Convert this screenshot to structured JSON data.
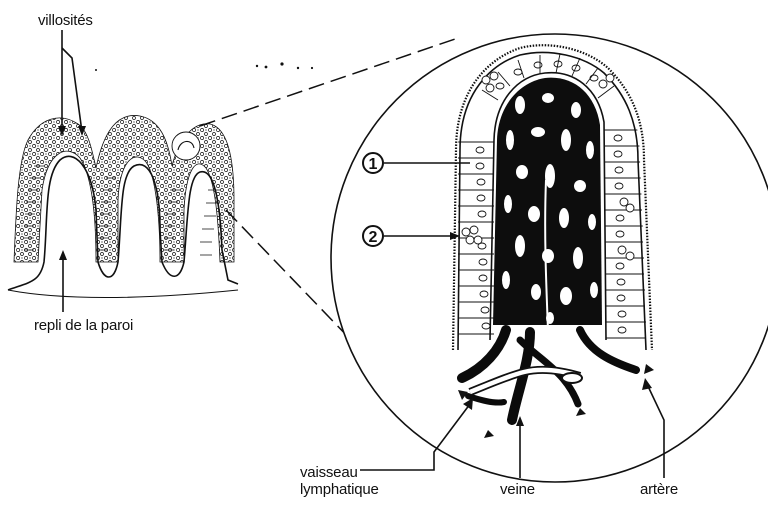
{
  "labels": {
    "villosites": "villosités",
    "repli": "repli de la paroi",
    "vaisseau_line1": "vaisseau",
    "vaisseau_line2": "lymphatique",
    "veine": "veine",
    "artere": "artère"
  },
  "markers": {
    "one": "1",
    "two": "2"
  },
  "colors": {
    "ink": "#111111",
    "paper": "#ffffff"
  }
}
